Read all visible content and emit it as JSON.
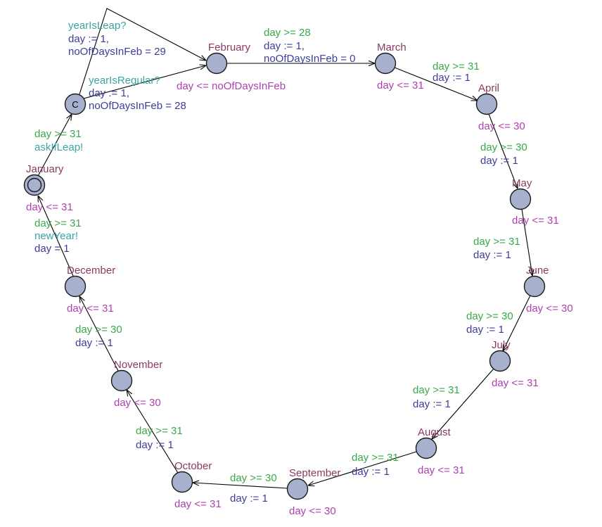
{
  "diagram": {
    "states": {
      "january": {
        "name": "January",
        "invariant": "day <= 31"
      },
      "committed": {
        "mark": "C"
      },
      "february": {
        "name": "February",
        "invariant": "day <= noOfDaysInFeb"
      },
      "march": {
        "name": "March",
        "invariant": "day <= 31"
      },
      "april": {
        "name": "April",
        "invariant": "day <= 30"
      },
      "may": {
        "name": "May",
        "invariant": "day <= 31"
      },
      "june": {
        "name": "June",
        "invariant": "day <= 30"
      },
      "july": {
        "name": "July",
        "invariant": "day <= 31"
      },
      "august": {
        "name": "August",
        "invariant": "day <= 31"
      },
      "september": {
        "name": "September",
        "invariant": "day <= 30"
      },
      "october": {
        "name": "October",
        "invariant": "day <= 31"
      },
      "november": {
        "name": "November",
        "invariant": "day <= 30"
      },
      "december": {
        "name": "December",
        "invariant": "day <= 31"
      }
    },
    "edges": {
      "jan_to_c": {
        "guard": "day >= 31",
        "sync": "askIfLeap!"
      },
      "c_to_feb_leap": {
        "sync": "yearIsLeap?",
        "assign1": "day := 1,",
        "assign2": "noOfDaysInFeb = 29"
      },
      "c_to_feb_regular": {
        "sync": "yearIsRegular?",
        "assign1": "day := 1,",
        "assign2": "noOfDaysInFeb = 28"
      },
      "feb_to_mar": {
        "guard": "day >= 28",
        "assign1": "day := 1,",
        "assign2": "noOfDaysInFeb = 0"
      },
      "mar_to_apr": {
        "guard": "day >= 31",
        "assign": "day := 1"
      },
      "apr_to_may": {
        "guard": "day >= 30",
        "assign": "day := 1"
      },
      "may_to_jun": {
        "guard": "day >= 31",
        "assign": "day := 1"
      },
      "jun_to_jul": {
        "guard": "day >= 30",
        "assign": "day := 1"
      },
      "jul_to_aug": {
        "guard": "day >= 31",
        "assign": "day := 1"
      },
      "aug_to_sep": {
        "guard": "day >= 31",
        "assign": "day := 1"
      },
      "sep_to_oct": {
        "guard": "day >= 30",
        "assign": "day := 1"
      },
      "oct_to_nov": {
        "guard": "day >= 31",
        "assign": "day := 1"
      },
      "nov_to_dec": {
        "guard": "day >= 30",
        "assign": "day := 1"
      },
      "dec_to_jan": {
        "guard": "day >= 31",
        "sync": "newYear!",
        "assign": "day = 1"
      }
    },
    "colors": {
      "state_fill": "#a7b0cc",
      "state_name": "#8b3a62",
      "guard": "#3aa84a",
      "sync": "#3aa3a3",
      "assignment": "#3d3d9a",
      "invariant": "#b040b0"
    }
  }
}
